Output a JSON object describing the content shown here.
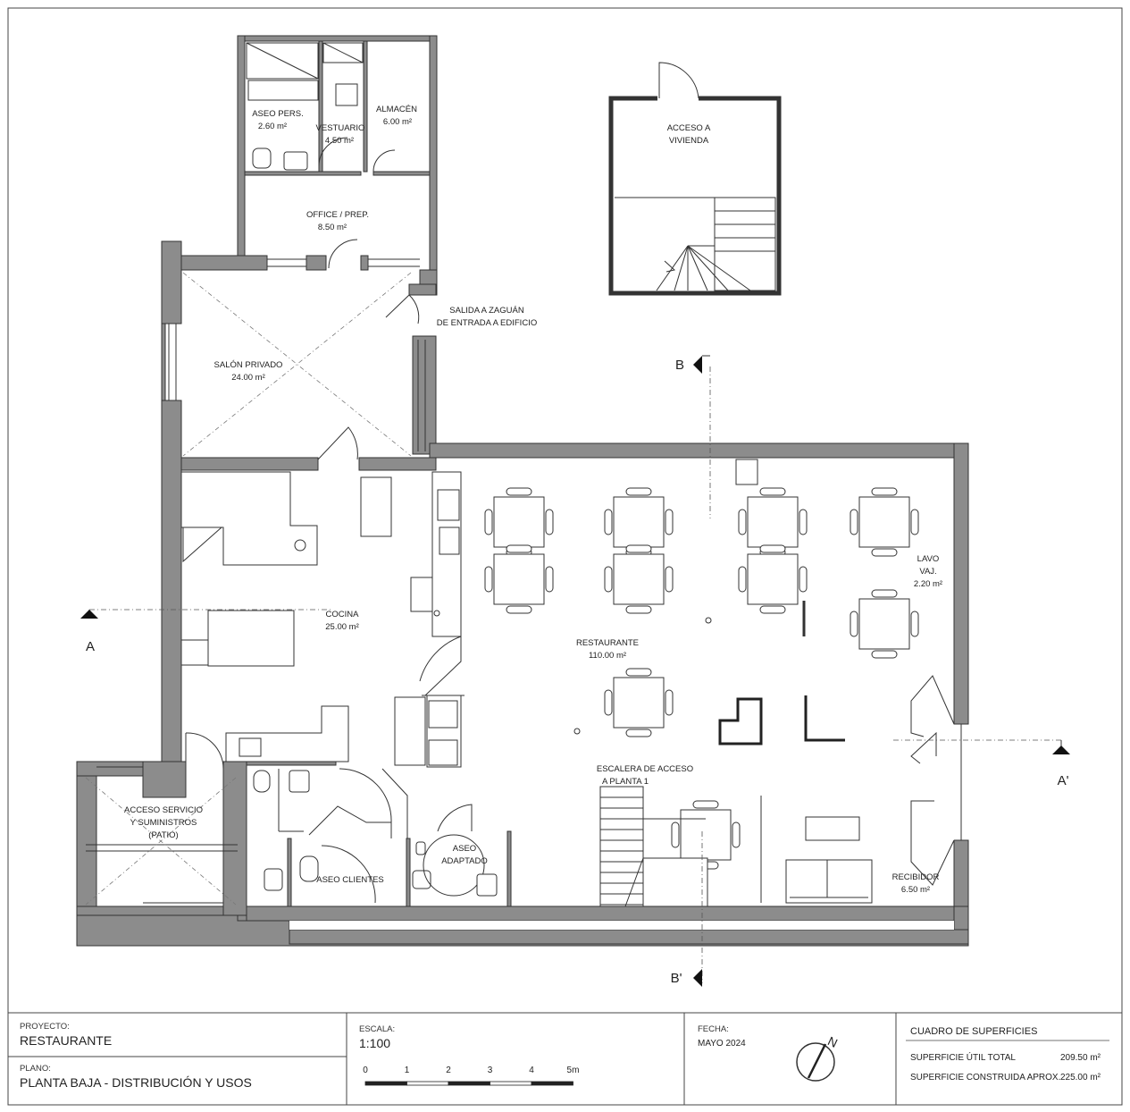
{
  "rooms": {
    "aseo_pers": {
      "name": "ASEO PERS.",
      "area": "2.60 m²"
    },
    "vestuario": {
      "name": "VESTUARIO",
      "area": "4.50 m²"
    },
    "almacen": {
      "name": "ALMACÉN",
      "area": "6.00 m²"
    },
    "office": {
      "name": "OFFICE / PREP.",
      "area": "8.50 m²"
    },
    "acceso_vivienda": {
      "line1": "ACCESO A",
      "line2": "VIVIENDA"
    },
    "salida": {
      "line1": "SALIDA A ZAGUÁN",
      "line2": "DE ENTRADA A EDIFICIO"
    },
    "salon": {
      "name": "SALÓN PRIVADO",
      "area": "24.00 m²"
    },
    "cocina": {
      "name": "COCINA",
      "area": "25.00 m²"
    },
    "restaurante": {
      "name": "RESTAURANTE",
      "area": "110.00 m²"
    },
    "lavo": {
      "line1": "LAVO",
      "line2": "VAJ.",
      "area": "2.20 m²"
    },
    "escalera": {
      "line1": "ESCALERA DE ACCESO",
      "line2": "A PLANTA 1"
    },
    "acceso_servicio": {
      "line1": "ACCESO SERVICIO",
      "line2": "Y SUMINISTROS",
      "line3": "(PATIO)"
    },
    "aseo_clientes": {
      "name": "ASEO CLIENTES"
    },
    "aseo_adaptado": {
      "line1": "ASEO",
      "line2": "ADAPTADO"
    },
    "recibidor": {
      "name": "RECIBIDOR",
      "area": "6.50 m²"
    }
  },
  "sections": {
    "a": "A",
    "a_prime": "A'",
    "b": "B",
    "b_prime": "B'"
  },
  "title_block": {
    "proyecto_label": "PROYECTO:",
    "proyecto_value": "RESTAURANTE",
    "plano_label": "PLANO:",
    "plano_value": "PLANTA BAJA - DISTRIBUCIÓN Y USOS",
    "escala_label": "ESCALA:",
    "escala_value": "1:100",
    "scale_ticks": [
      "0",
      "1",
      "2",
      "3",
      "4",
      "5m"
    ],
    "fecha_label": "FECHA:",
    "fecha_value": "MAYO 2024",
    "north_label": "N",
    "cuadro_title": "CUADRO DE SUPERFICIES",
    "util_label": "SUPERFICIE ÚTIL TOTAL",
    "util_value": "209.50 m²",
    "construida_label": "SUPERFICIE CONSTRUIDA APROX.",
    "construida_value": "225.00 m²"
  }
}
